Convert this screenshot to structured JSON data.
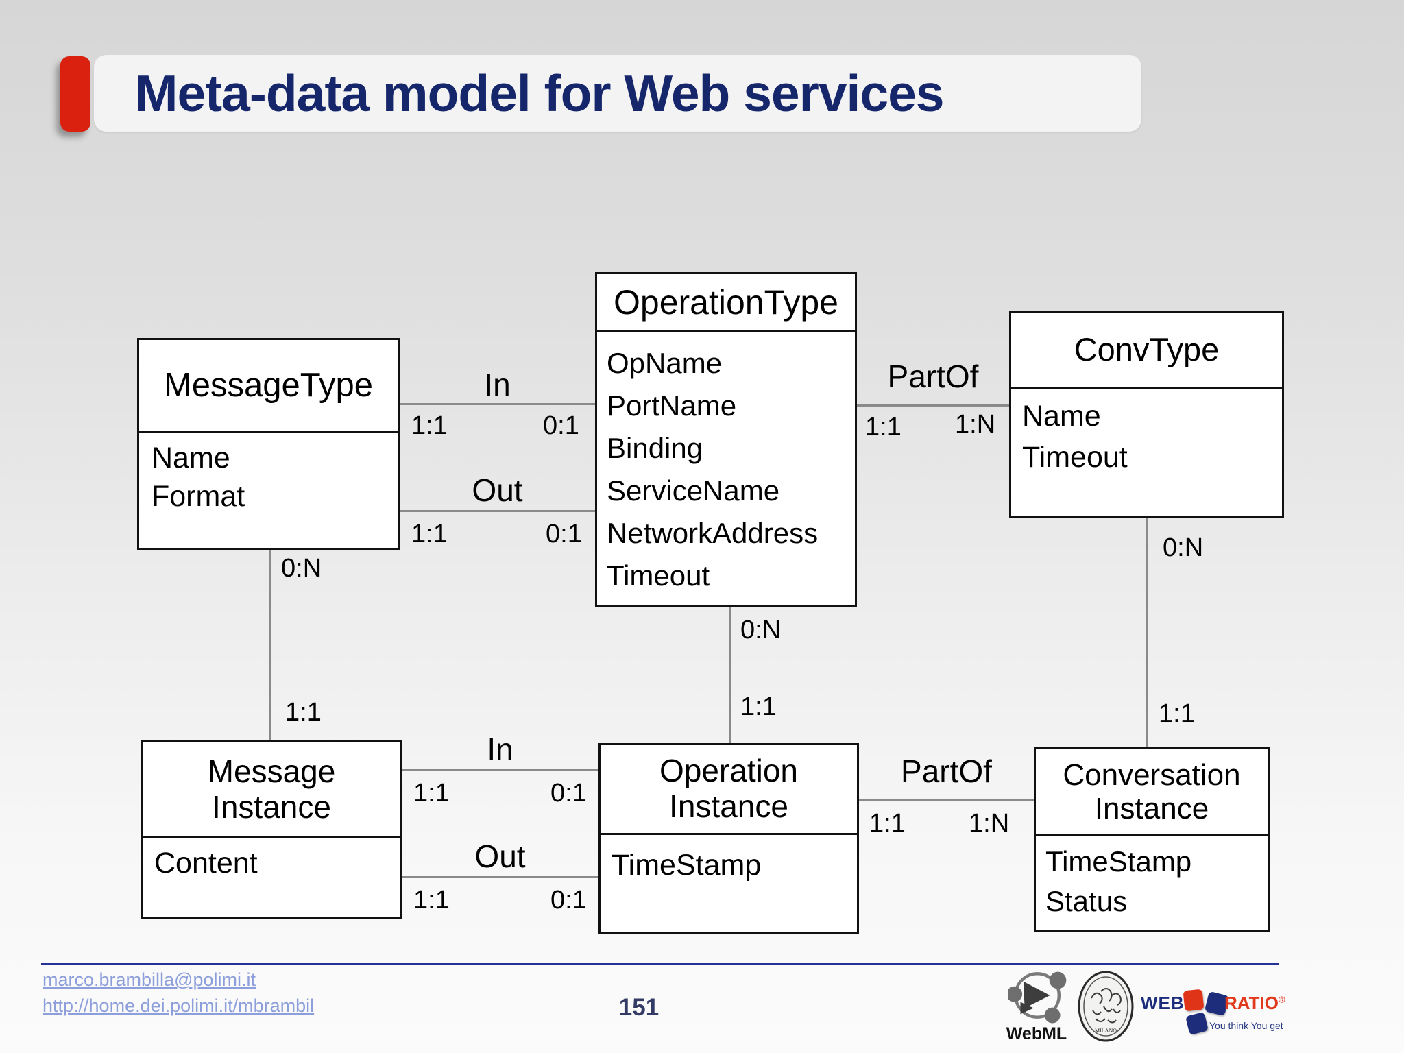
{
  "slide": {
    "title": "Meta-data model for Web services",
    "page_number": "151",
    "footer": {
      "email": "marco.brambilla@polimi.it",
      "url": "http://home.dei.polimi.it/mbrambil"
    },
    "logos": {
      "webml_label": "WebML",
      "webratio_web": "WEB",
      "webratio_ratio": "RATIO",
      "webratio_registered": "®",
      "webratio_tagline": "You think You get"
    },
    "colors": {
      "accent_red": "#da200f",
      "title_navy": "#16266b",
      "footer_line_blue": "#253197",
      "link_blue": "#8d9fdb",
      "webratio_navy": "#1d2d7c",
      "webratio_red": "#e0391c",
      "relationship_line_gray": "#8a8a8a"
    }
  },
  "diagram": {
    "entities": {
      "message_type": {
        "name": "MessageType",
        "attributes": [
          "Name",
          "Format"
        ]
      },
      "operation_type": {
        "name": "OperationType",
        "attributes": [
          "OpName",
          "PortName",
          "Binding",
          "ServiceName",
          "NetworkAddress",
          "Timeout"
        ]
      },
      "conv_type": {
        "name": "ConvType",
        "attributes": [
          "Name",
          "Timeout"
        ]
      },
      "message_instance": {
        "name": "Message Instance",
        "attributes": [
          "Content"
        ]
      },
      "operation_instance": {
        "name": "Operation Instance",
        "attributes": [
          "TimeStamp"
        ]
      },
      "conversation_instance": {
        "name": "Conversation Instance",
        "attributes": [
          "TimeStamp",
          "Status"
        ]
      }
    },
    "relationships": {
      "in_top": {
        "label": "In",
        "from_card": "1:1",
        "to_card": "0:1"
      },
      "out_top": {
        "label": "Out",
        "from_card": "1:1",
        "to_card": "0:1"
      },
      "partof_top": {
        "label": "PartOf",
        "from_card": "1:1",
        "to_card": "1:N"
      },
      "message_type_to_instance": {
        "from_card": "0:N",
        "to_card": "1:1"
      },
      "operation_type_to_instance": {
        "from_card": "0:N",
        "to_card": "1:1"
      },
      "conv_type_to_instance": {
        "from_card": "0:N",
        "to_card": "1:1"
      },
      "in_bottom": {
        "label": "In",
        "from_card": "1:1",
        "to_card": "0:1"
      },
      "out_bottom": {
        "label": "Out",
        "from_card": "1:1",
        "to_card": "0:1"
      },
      "partof_bottom": {
        "label": "PartOf",
        "from_card": "1:1",
        "to_card": "1:N"
      }
    }
  }
}
